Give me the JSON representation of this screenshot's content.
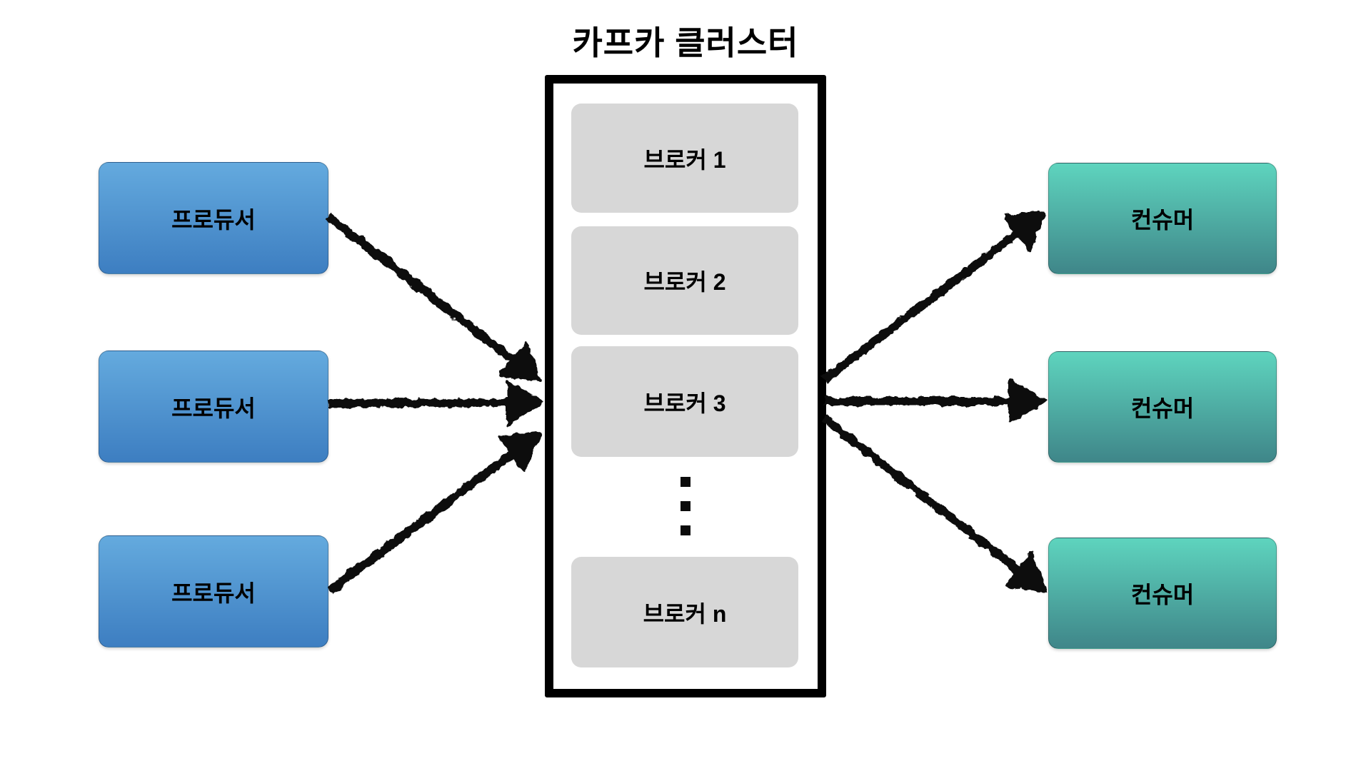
{
  "diagram": {
    "title": "카프카 클러스터",
    "producers": [
      "프로듀서",
      "프로듀서",
      "프로듀서"
    ],
    "cluster": {
      "brokers": [
        "브로커 1",
        "브로커 2",
        "브로커 3",
        "브로커 n"
      ],
      "ellipsis_icon": "vertical-ellipsis"
    },
    "consumers": [
      "컨슈머",
      "컨슈머",
      "컨슈머"
    ]
  },
  "colors": {
    "producer-top": "#64aade",
    "producer-bottom": "#3d7ec1",
    "consumer-top": "#5ed4be",
    "consumer-bottom": "#3f8689",
    "broker-fill": "#d7d7d7",
    "cluster-border": "#000000",
    "arrow": "#0b0b0b",
    "label-text": "#000000",
    "background": "#ffffff"
  }
}
